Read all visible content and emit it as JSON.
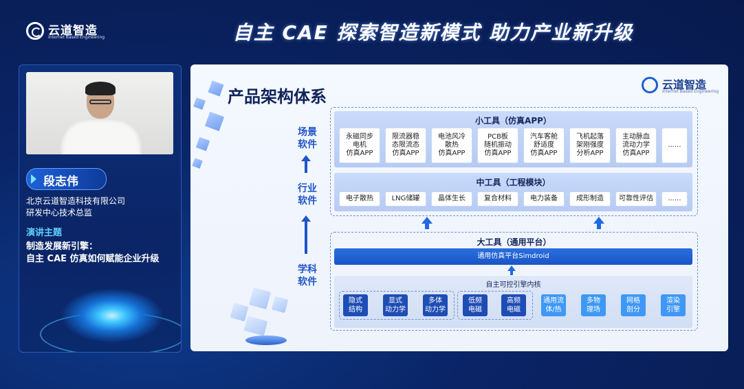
{
  "header": {
    "logo_name": "云道智造",
    "logo_sub": "Internet Based Engineering",
    "headline": "自主 CAE 探索智造新模式 助力产业新升级"
  },
  "speaker": {
    "name": "段志伟",
    "company": "北京云道智造科技有限公司",
    "role": "研发中心技术总监",
    "topic_heading": "演讲主题",
    "topic_line1": "制造发展新引擎：",
    "topic_line2": "自主 CAE 仿真如何赋能企业升级"
  },
  "slide": {
    "title": "产品架构体系",
    "brand_name": "云道智造",
    "brand_sub": "Internet Based Engineering",
    "layers": {
      "scene": [
        "场景",
        "软件"
      ],
      "industry": [
        "行业",
        "软件"
      ],
      "discipline": [
        "学科",
        "软件"
      ]
    },
    "small_tools": {
      "title": "小工具（仿真APP）",
      "items": [
        [
          "永磁同步",
          "电机",
          "仿真APP"
        ],
        [
          "限流器稳",
          "态限流态",
          "仿真APP"
        ],
        [
          "电池风冷",
          "散热",
          "仿真APP"
        ],
        [
          "PCB板",
          "随机振动",
          "仿真APP"
        ],
        [
          "汽车客舱",
          "舒适度",
          "仿真APP"
        ],
        [
          "飞机起落",
          "架刚强度",
          "分析APP"
        ],
        [
          "主动脉血",
          "流动力学",
          "仿真APP"
        ],
        [
          "......"
        ]
      ]
    },
    "medium_tools": {
      "title": "中工具（工程模块）",
      "items": [
        "电子散热",
        "LNG储罐",
        "晶体生长",
        "复合材料",
        "电力装备",
        "成形制造",
        "可靠性评估",
        "......"
      ]
    },
    "large_tools": {
      "title": "大工具（通用平台）",
      "platform": "通用仿真平台Simdroid",
      "kernel": "自主可控引擎内核",
      "kernel_items": [
        [
          "隐式",
          "结构"
        ],
        [
          "显式",
          "动力学"
        ],
        [
          "多体",
          "动力学"
        ],
        [
          "低频",
          "电磁"
        ],
        [
          "高频",
          "电磁"
        ],
        [
          "通用流",
          "体/热"
        ],
        [
          "多物",
          "理场"
        ],
        [
          "网格",
          "剖分"
        ],
        [
          "渲染",
          "引擎"
        ]
      ]
    }
  }
}
